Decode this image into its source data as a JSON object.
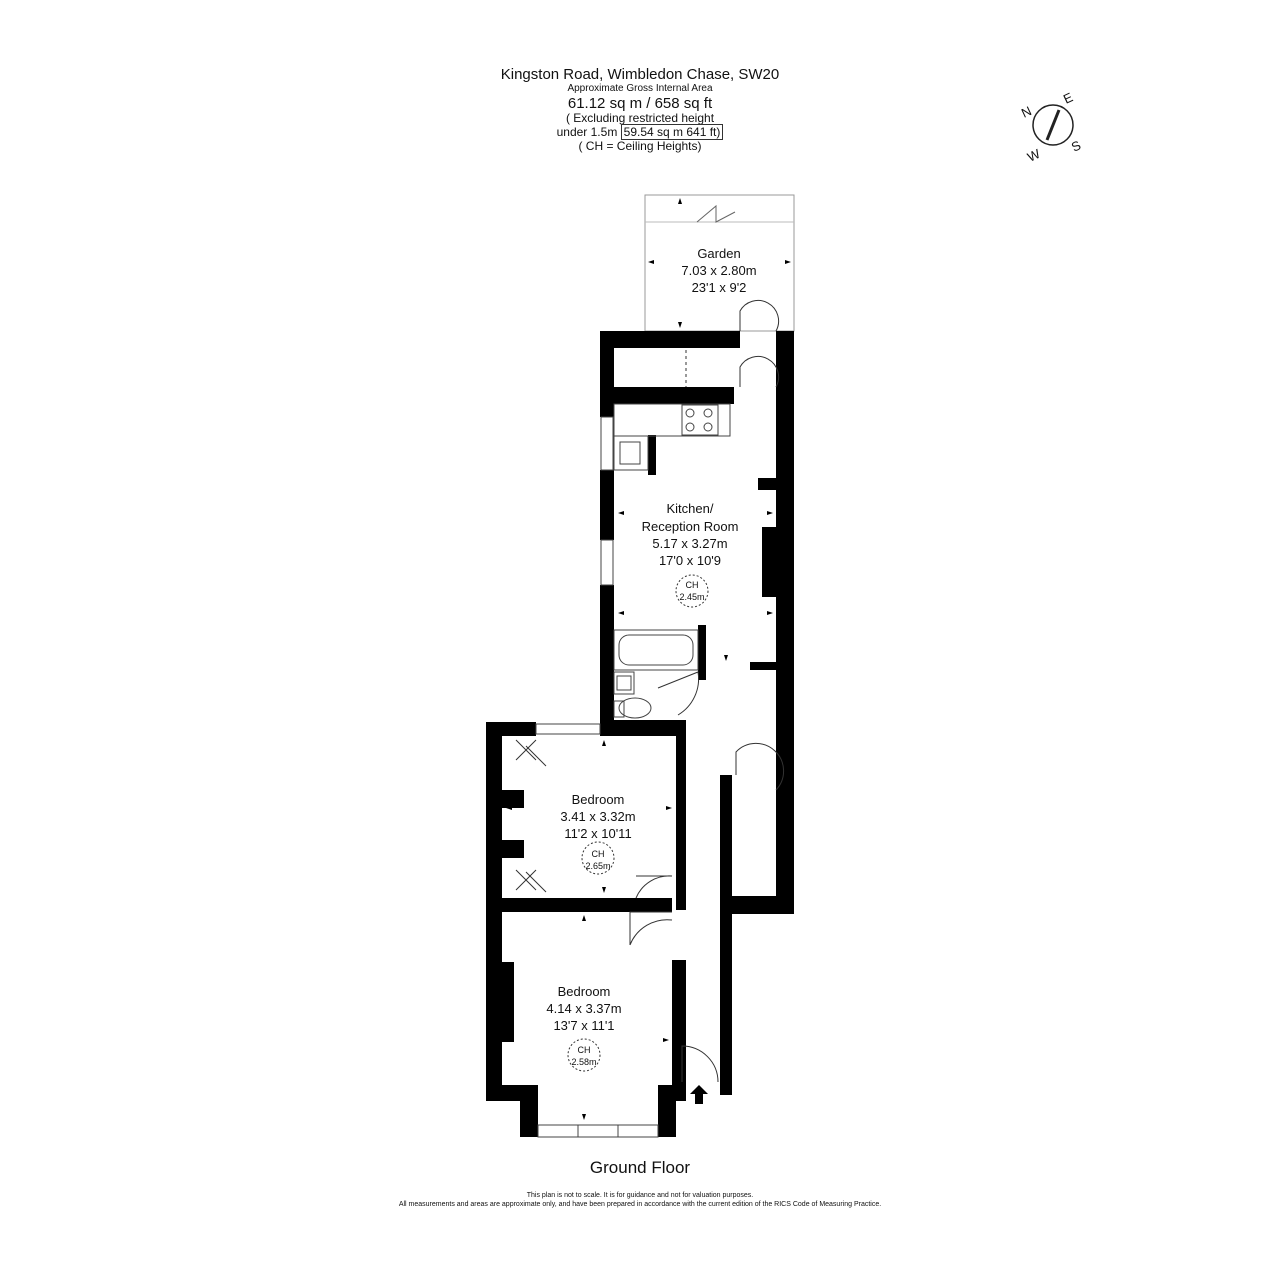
{
  "header": {
    "title": "Kingston Road, Wimbledon Chase, SW20",
    "area_caption": "Approximate Gross Internal Area",
    "area_value": "61.12 sq m / 658 sq ft",
    "excluding_line1": "( Excluding restricted height",
    "excluding_line2_prefix": "under 1.5m",
    "excluding_line2_value": "59.54 sq m 641 ft)",
    "ch_note": "( CH = Ceiling Heights)"
  },
  "compass": {
    "n": "N",
    "e": "E",
    "s": "S",
    "w": "W"
  },
  "rooms": {
    "garden": {
      "name": "Garden",
      "metric": "7.03 x 2.80m",
      "imperial": "23'1 x 9'2"
    },
    "kitchen": {
      "name_line1": "Kitchen/",
      "name_line2": "Reception Room",
      "metric": "5.17 x 3.27m",
      "imperial": "17'0 x 10'9",
      "ch_label": "CH",
      "ch_value": "2.45m"
    },
    "bedroom1": {
      "name": "Bedroom",
      "metric": "3.41 x 3.32m",
      "imperial": "11'2 x 10'11",
      "ch_label": "CH",
      "ch_value": "2.65m"
    },
    "bedroom2": {
      "name": "Bedroom",
      "metric": "4.14 x 3.37m",
      "imperial": "13'7 x 11'1",
      "ch_label": "CH",
      "ch_value": "2.58m"
    }
  },
  "floor_label": "Ground Floor",
  "disclaimer": {
    "line1": "This plan is not to scale. It is for guidance and not for valuation purposes.",
    "line2": "All measurements and areas are approximate only, and have been prepared in accordance with the current edition of the RICS Code of Measuring Practice."
  }
}
